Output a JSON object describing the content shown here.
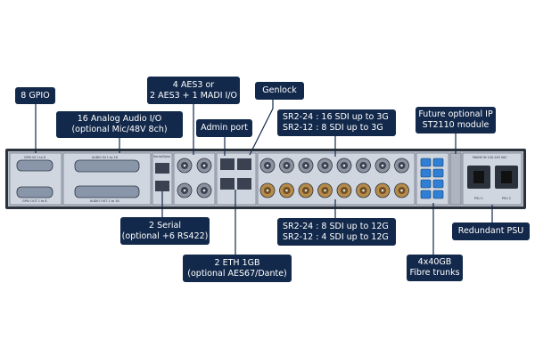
{
  "callouts": {
    "gpio": [
      "8 GPIO"
    ],
    "analog": [
      "16 Analog Audio I/O",
      "(optional Mic/48V 8ch)"
    ],
    "aes": [
      "4 AES3 or",
      "2 AES3 + 1 MADI I/O"
    ],
    "admin": [
      "Admin port"
    ],
    "genlock": [
      "Genlock"
    ],
    "sdi3g": [
      "SR2-24 : 16 SDI up to 3G",
      "SR2-12 :  8 SDI up to 3G"
    ],
    "ip": [
      "Future optional IP",
      "ST2110 module"
    ],
    "serial": [
      "2 Serial",
      "(optional +6 RS422)"
    ],
    "sdi12g": [
      "SR2-24 : 8 SDI up to 12G",
      "SR2-12 : 4 SDI up to 12G"
    ],
    "psu": [
      "Redundant PSU"
    ],
    "eth": [
      "2 ETH 1GB",
      "(optional AES67/Dante)"
    ],
    "fibre": [
      "4x40GB",
      "Fibre trunks"
    ]
  },
  "panel_labels": {
    "gpio_in": "GPIO IN 1 to 8",
    "gpio_out": "GPIO OUT 1 to 8",
    "audio_in": "AUDIO IN 1 to 16",
    "audio_out": "AUDIO OUT 1 to 16",
    "serial": "Serial/Opto",
    "mains": "MAINS IN 100-240 VAC",
    "psu1": "PSU 1",
    "psu2": "PSU 2"
  },
  "colors": {
    "callout_bg": "#13294b",
    "callout_text": "#ffffff",
    "leader": "#13294b",
    "chassis": "#c9ced6",
    "chassis_dark": "#3a4150",
    "sfp_blue": "#2f7fd6",
    "bnc_gold": "#b58a4a"
  }
}
